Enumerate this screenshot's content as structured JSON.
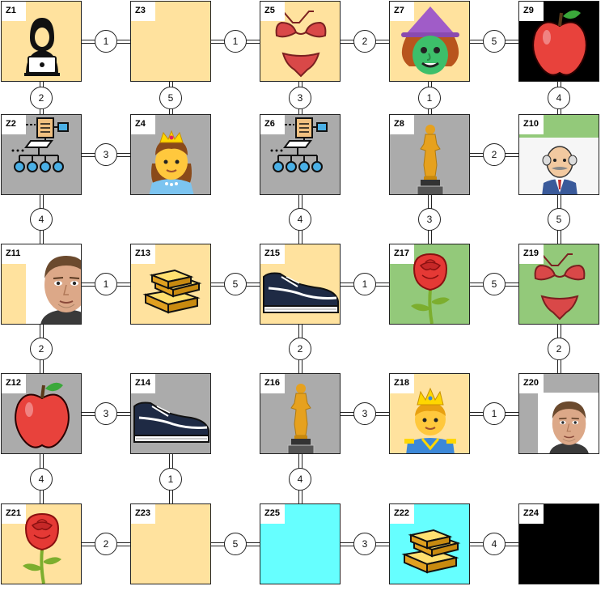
{
  "zones": [
    {
      "id": "Z1",
      "bg": "#ffe29e",
      "icon": "hacker-icon"
    },
    {
      "id": "Z3",
      "bg": "#ffe29e",
      "icon": ""
    },
    {
      "id": "Z5",
      "bg": "#ffe29e",
      "icon": "bikini-icon"
    },
    {
      "id": "Z7",
      "bg": "#ffe29e",
      "icon": "witch-icon"
    },
    {
      "id": "Z9",
      "bg": "#000000",
      "icon": "apple-icon"
    },
    {
      "id": "Z2",
      "bg": "#ababab",
      "icon": "flowchart-icon"
    },
    {
      "id": "Z4",
      "bg": "#ababab",
      "icon": "princess-icon"
    },
    {
      "id": "Z6",
      "bg": "#ababab",
      "icon": "flowchart-icon"
    },
    {
      "id": "Z8",
      "bg": "#ababab",
      "icon": "trophy-icon"
    },
    {
      "id": "Z10",
      "bg": "#93c97a",
      "icon": "old-man-icon"
    },
    {
      "id": "Z11",
      "bg": "#ffe29e",
      "icon": "man-face-photo"
    },
    {
      "id": "Z13",
      "bg": "#ffe29e",
      "icon": "gold-bars-icon"
    },
    {
      "id": "Z15",
      "bg": "#ffe29e",
      "icon": "sneaker-icon"
    },
    {
      "id": "Z17",
      "bg": "#93c97a",
      "icon": "rose-icon"
    },
    {
      "id": "Z19",
      "bg": "#93c97a",
      "icon": "bikini-icon"
    },
    {
      "id": "Z12",
      "bg": "#ababab",
      "icon": "apple-icon"
    },
    {
      "id": "Z14",
      "bg": "#ababab",
      "icon": "sneaker-icon"
    },
    {
      "id": "Z16",
      "bg": "#ababab",
      "icon": "trophy-icon"
    },
    {
      "id": "Z18",
      "bg": "#ffe29e",
      "icon": "prince-icon"
    },
    {
      "id": "Z20",
      "bg": "#ababab",
      "icon": "man-face-photo"
    },
    {
      "id": "Z21",
      "bg": "#ffe29e",
      "icon": "rose-icon"
    },
    {
      "id": "Z23",
      "bg": "#ffe29e",
      "icon": ""
    },
    {
      "id": "Z25",
      "bg": "#66ffff",
      "icon": ""
    },
    {
      "id": "Z22",
      "bg": "#66ffff",
      "icon": "gold-bars-icon"
    },
    {
      "id": "Z24",
      "bg": "#000000",
      "icon": ""
    }
  ],
  "h_connections": [
    {
      "row": 0,
      "col": 0,
      "cost": "1"
    },
    {
      "row": 0,
      "col": 1,
      "cost": "1"
    },
    {
      "row": 0,
      "col": 2,
      "cost": "2"
    },
    {
      "row": 0,
      "col": 3,
      "cost": "5"
    },
    {
      "row": 1,
      "col": 0,
      "cost": "3"
    },
    {
      "row": 1,
      "col": 3,
      "cost": "2"
    },
    {
      "row": 2,
      "col": 0,
      "cost": "1"
    },
    {
      "row": 2,
      "col": 1,
      "cost": "5"
    },
    {
      "row": 2,
      "col": 2,
      "cost": "1"
    },
    {
      "row": 2,
      "col": 3,
      "cost": "5"
    },
    {
      "row": 3,
      "col": 0,
      "cost": "3"
    },
    {
      "row": 3,
      "col": 2,
      "cost": "3"
    },
    {
      "row": 3,
      "col": 3,
      "cost": "1"
    },
    {
      "row": 4,
      "col": 0,
      "cost": "2"
    },
    {
      "row": 4,
      "col": 1,
      "cost": "5"
    },
    {
      "row": 4,
      "col": 2,
      "cost": "3"
    },
    {
      "row": 4,
      "col": 3,
      "cost": "4"
    }
  ],
  "v_connections": [
    {
      "row": 0,
      "col": 0,
      "cost": "2"
    },
    {
      "row": 0,
      "col": 1,
      "cost": "5"
    },
    {
      "row": 0,
      "col": 2,
      "cost": "3"
    },
    {
      "row": 0,
      "col": 3,
      "cost": "1"
    },
    {
      "row": 0,
      "col": 4,
      "cost": "4"
    },
    {
      "row": 1,
      "col": 0,
      "cost": "4"
    },
    {
      "row": 1,
      "col": 2,
      "cost": "4"
    },
    {
      "row": 1,
      "col": 3,
      "cost": "3"
    },
    {
      "row": 1,
      "col": 4,
      "cost": "5"
    },
    {
      "row": 2,
      "col": 0,
      "cost": "2"
    },
    {
      "row": 2,
      "col": 2,
      "cost": "2"
    },
    {
      "row": 2,
      "col": 4,
      "cost": "2"
    },
    {
      "row": 3,
      "col": 0,
      "cost": "4"
    },
    {
      "row": 3,
      "col": 1,
      "cost": "1"
    },
    {
      "row": 3,
      "col": 2,
      "cost": "4"
    }
  ]
}
